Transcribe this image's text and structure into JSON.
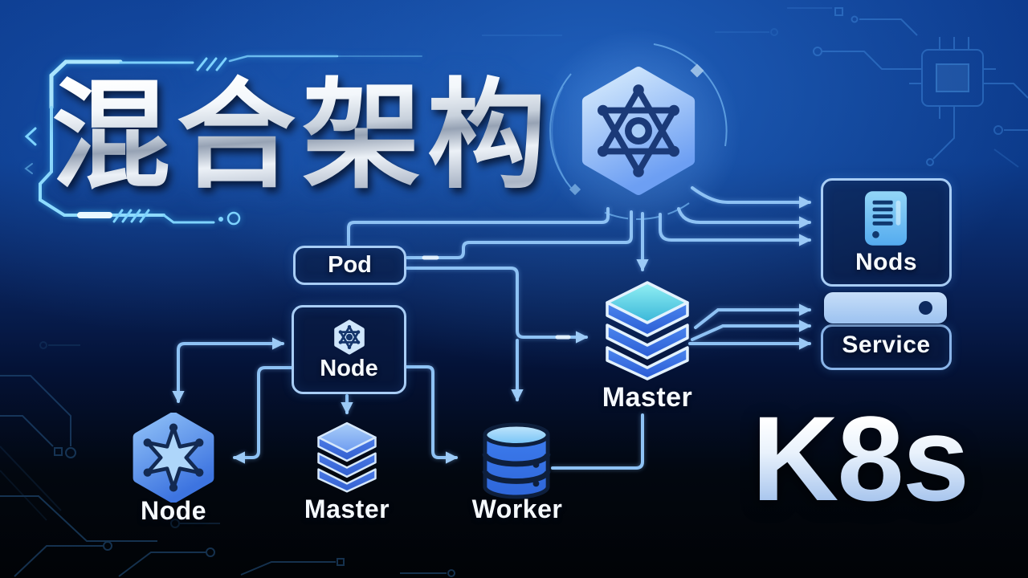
{
  "title": "混合架构",
  "badge": "K8s",
  "nodes": {
    "pod": {
      "label": "Pod"
    },
    "node_box": {
      "label": "Node"
    },
    "node_icon": {
      "label": "Node"
    },
    "master_main": {
      "label": "Master"
    },
    "master_small": {
      "label": "Master"
    },
    "worker": {
      "label": "Worker"
    },
    "nods": {
      "label": "Nods"
    },
    "service": {
      "label": "Service"
    }
  },
  "icons": {
    "kubernetes-logo-icon": "rounded hexagon badge with six-point helm star",
    "node-hexagon-icon": "small hexagon with star inside Node box",
    "node-star-icon": "hexagonal badge with six-point star",
    "master-stack-icon": "isometric stack of three layers, cyan top",
    "master-stack-small-icon": "isometric stack of three layers",
    "worker-database-icon": "database cylinder",
    "server-icon": "server tower with slots and dot",
    "service-bar": "solid rounded bar with dark dot"
  },
  "edges": [
    {
      "from": "k8s-logo",
      "to": "pod",
      "arrow": false
    },
    {
      "from": "pod",
      "to": "k8s-logo",
      "arrow": false
    },
    {
      "from": "pod",
      "to": "master-main",
      "arrow": true
    },
    {
      "from": "pod",
      "to": "worker",
      "arrow": true
    },
    {
      "from": "k8s-logo",
      "to": "master-main",
      "arrow": true
    },
    {
      "from": "k8s-logo",
      "to": "nods",
      "arrow": true,
      "count": 3
    },
    {
      "from": "master-main",
      "to": "service",
      "arrow": true,
      "count": 3
    },
    {
      "from": "junction-left",
      "to": "node-box",
      "arrow": true
    },
    {
      "from": "junction-left",
      "to": "node-icon",
      "arrow": true
    },
    {
      "from": "node-box",
      "to": "node-icon",
      "arrow": true
    },
    {
      "from": "node-box",
      "to": "master-small",
      "arrow": true
    },
    {
      "from": "node-box",
      "to": "worker",
      "arrow": true
    },
    {
      "from": "worker",
      "to": "master-main",
      "arrow": false
    }
  ],
  "colors": {
    "background_top": "#0d3c8f",
    "background_bottom": "#010306",
    "connector": "#8ec2f4",
    "box_border": "#a8cdf5",
    "hud_cyan": "#66d8ff",
    "title_silver": "#e8edf4",
    "label_white": "#f6fafe",
    "cyan_top_face": "#5ad2e2",
    "icon_blue": "#3b7ceb",
    "dark_navy": "#0e2a5e"
  }
}
